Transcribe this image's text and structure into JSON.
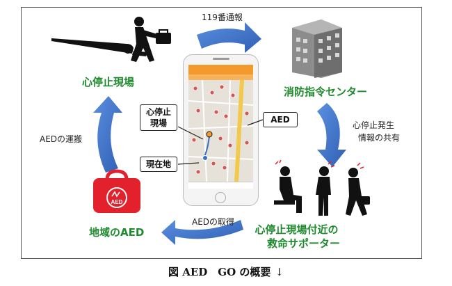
{
  "diagram": {
    "top_arrow_label": "119番通報",
    "nodes": {
      "scene": "心停止現場",
      "fire_center": "消防指令センター",
      "supporters_line1": "心停止現場付近の",
      "supporters_line2": "救命サポーター",
      "local_aed": "地域のAED"
    },
    "edges": {
      "share_line1": "心停止発生",
      "share_line2": "情報の共有",
      "acquire": "AEDの取得",
      "carry": "AEDの運搬"
    },
    "callouts": {
      "scene_line1": "心停止",
      "scene_line2": "現場",
      "aed": "AED",
      "current": "現在地"
    },
    "aed_bag_text": "AED",
    "colors": {
      "arrow_blue": "#3a6fc4",
      "label_green": "#1f8a2e",
      "aed_red": "#e3212d",
      "app_orange": "#f39a2e"
    }
  },
  "caption": {
    "text": "図 AED　GO の概要",
    "return_mark": "↓"
  }
}
